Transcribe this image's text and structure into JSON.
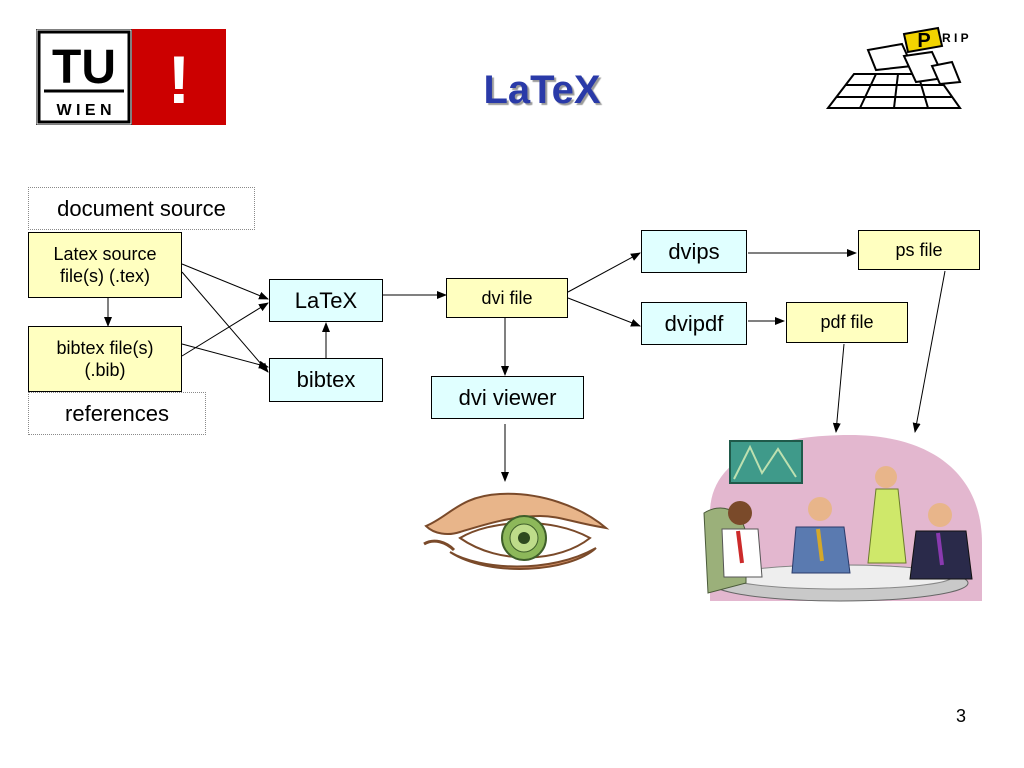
{
  "slide": {
    "title": "LaTeX",
    "page_number": "3"
  },
  "logos": {
    "tu_text": "TU",
    "wien_text": "W I E N",
    "exclamation": "!",
    "prip_text": "P R I P"
  },
  "diagram": {
    "document_source": "document source",
    "latex_source": "Latex source file(s) (.tex)",
    "bibtex_file": "bibtex file(s) (.bib)",
    "references": "references",
    "latex": "LaTeX",
    "bibtex": "bibtex",
    "dvi_file": "dvi file",
    "dvi_viewer": "dvi viewer",
    "dvips": "dvips",
    "dvipdf": "dvipdf",
    "ps_file": "ps file",
    "pdf_file": "pdf file"
  },
  "colors": {
    "title": "#2a3aa8",
    "tu_red": "#cc0000",
    "yellow_box": "#ffffc0",
    "cyan_box": "#e0ffff"
  }
}
